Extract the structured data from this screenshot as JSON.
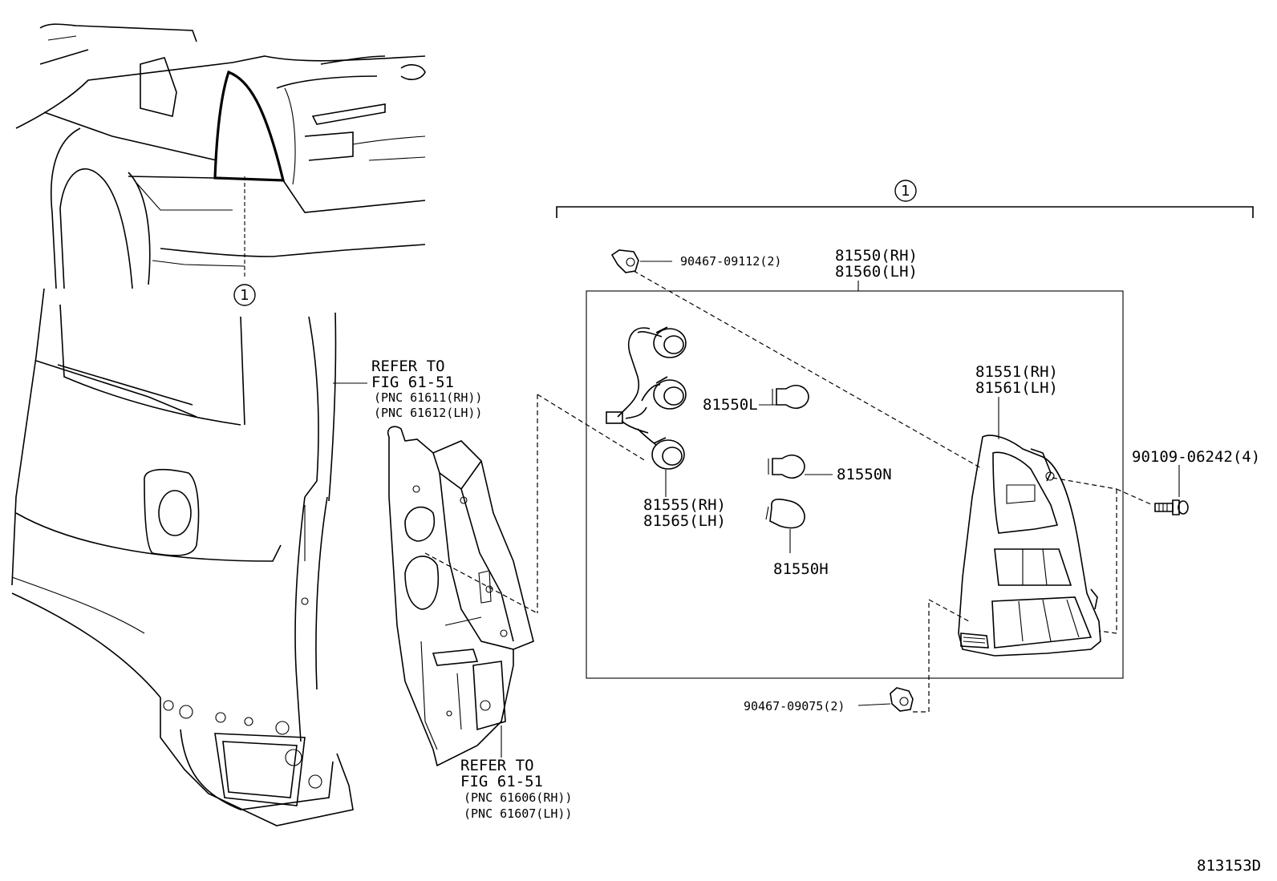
{
  "callout_mark": "1",
  "assembly": {
    "part_rh": "81550(RH)",
    "part_lh": "81560(LH)"
  },
  "fasteners": {
    "clip_top": "90467-09112(2)",
    "clip_bottom": "90467-09075(2)",
    "screw": "90109-06242(4)"
  },
  "components": {
    "socket_rh": "81555(RH)",
    "socket_lh": "81565(LH)",
    "bulb_l": "81550L",
    "bulb_n": "81550N",
    "bulb_h": "81550H",
    "lens_rh": "81551(RH)",
    "lens_lh": "81561(LH)"
  },
  "references": {
    "upper": {
      "line1": "REFER TO",
      "line2": "FIG 61-51",
      "pnc_rh": "(PNC 61611(RH))",
      "pnc_lh": "(PNC 61612(LH))"
    },
    "lower": {
      "line1": "REFER TO",
      "line2": "FIG 61-51",
      "pnc_rh": "(PNC 61606(RH))",
      "pnc_lh": "(PNC 61607(LH))"
    }
  },
  "diagram_id": "813153D"
}
